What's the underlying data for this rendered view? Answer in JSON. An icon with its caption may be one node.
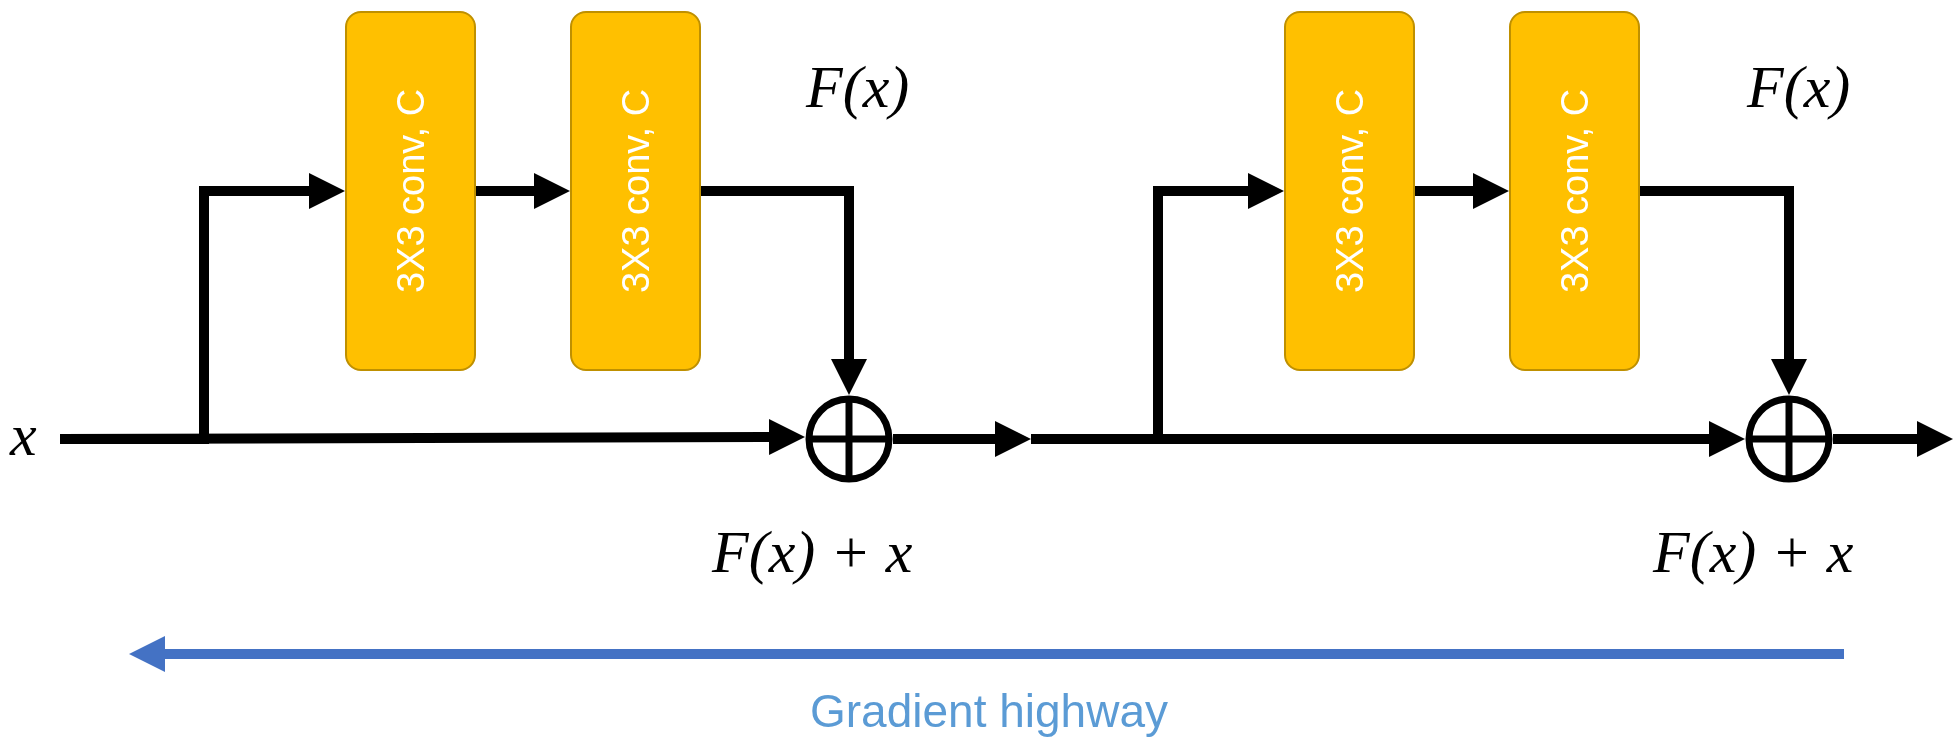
{
  "diagram": {
    "nodes": [
      {
        "text": [
          "x"
        ]
      },
      {
        "text": [
          "3X3 conv, C"
        ]
      },
      {
        "text": [
          "3X3 conv, C"
        ]
      },
      {
        "text": [],
        "shape": "circle"
      },
      {
        "text": [
          "3X3 conv, C"
        ]
      },
      {
        "text": [
          "3X3 conv, C"
        ]
      },
      {
        "text": [],
        "shape": "circle"
      }
    ],
    "edges": [
      {
        "from": 0,
        "to": 1,
        "arrow": "to"
      },
      {
        "from": 1,
        "to": 2,
        "arrow": "to"
      },
      {
        "from": 2,
        "to": 3,
        "arrow": "to"
      },
      {
        "from": 0,
        "to": 3,
        "arrow": "to"
      },
      {
        "from": 3,
        "to": null,
        "arrow": "to"
      },
      {
        "from": null,
        "to": 4,
        "arrow": "to"
      },
      {
        "from": null,
        "to": 6,
        "arrow": "to"
      },
      {
        "from": 4,
        "to": 5,
        "arrow": "to"
      },
      {
        "from": 5,
        "to": 6,
        "arrow": "to"
      },
      {
        "from": 6,
        "to": null,
        "arrow": "to"
      }
    ],
    "labels": [
      "F(x)",
      "F(x)",
      "F(x) + x",
      "F(x) + x",
      "Gradient highway"
    ]
  }
}
